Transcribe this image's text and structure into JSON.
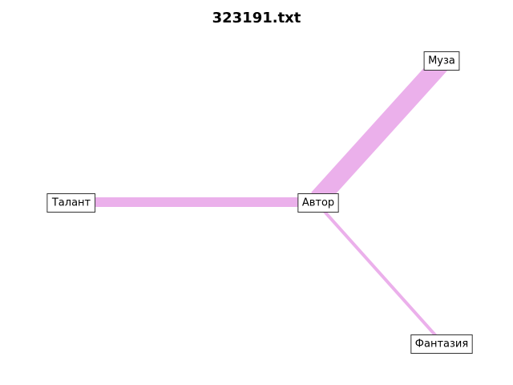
{
  "title": "323191.txt",
  "colors": {
    "edge": "#ebb0eb",
    "node_border": "#333333",
    "node_fill": "#ffffff"
  },
  "nodes": [
    {
      "id": "author",
      "label": "Автор"
    },
    {
      "id": "talent",
      "label": "Талант"
    },
    {
      "id": "muse",
      "label": "Муза"
    },
    {
      "id": "fantasy",
      "label": "Фантазия"
    }
  ],
  "edges": [
    {
      "source": "author",
      "target": "talent",
      "weight": 3
    },
    {
      "source": "author",
      "target": "muse",
      "weight": 6
    },
    {
      "source": "author",
      "target": "fantasy",
      "weight": 1
    }
  ]
}
